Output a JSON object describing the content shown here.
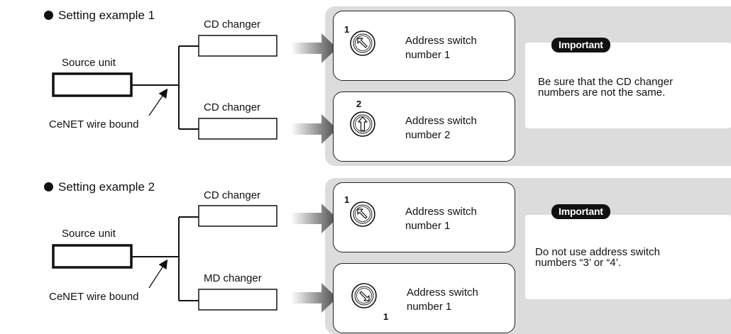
{
  "example1": {
    "title": "Setting example 1",
    "source_label": "Source unit",
    "wire_label": "CeNET wire bound",
    "changer_top_label": "CD changer",
    "changer_bottom_label": "CD changer",
    "card_top": {
      "number": "1",
      "text_line1": "Address switch",
      "text_line2": "number 1",
      "dial_icon": "rotary-switch-arrow-up-left"
    },
    "card_bottom": {
      "number": "2",
      "text_line1": "Address switch",
      "text_line2": "number 2",
      "dial_icon": "rotary-switch-arrow-up"
    },
    "note": {
      "badge": "Important",
      "line1": "Be sure that the CD changer",
      "line2": "numbers are not the same."
    }
  },
  "example2": {
    "title": "Setting example 2",
    "source_label": "Source unit",
    "wire_label": "CeNET wire bound",
    "changer_top_label": "CD changer",
    "changer_bottom_label": "MD changer",
    "card_top": {
      "number": "1",
      "text_line1": "Address switch",
      "text_line2": "number 1",
      "dial_icon": "rotary-switch-arrow-up-left"
    },
    "card_bottom": {
      "number": "1",
      "text_line1": "Address switch",
      "text_line2": "number 1",
      "dial_icon": "rotary-switch-arrow-down-right"
    },
    "note": {
      "badge": "Important",
      "line1": "Do not use address switch",
      "line2": "numbers “3’ or “4’."
    }
  },
  "colors": {
    "panel": "#dcdcdc",
    "line": "#111111",
    "arrow_dark": "#555555"
  }
}
